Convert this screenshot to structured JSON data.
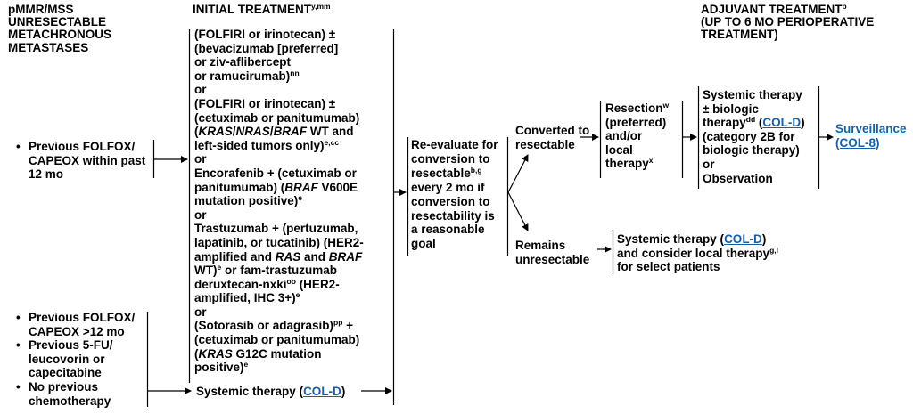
{
  "headers": {
    "col1": [
      "pMMR/MSS",
      "UNRESECTABLE",
      "METACHRONOUS",
      "METASTASES"
    ],
    "initial": {
      "text": "INITIAL TREATMENT",
      "sup": "y,mm"
    },
    "adjuvant_line1": {
      "text": "ADJUVANT TREATMENT",
      "sup": "b"
    },
    "adjuvant_line2": "(UP TO 6 MO PERIOPERATIVE",
    "adjuvant_line3": "TREATMENT)"
  },
  "prior_therapy_1": [
    "Previous FOLFOX/",
    "CAPEOX within past",
    "12 mo"
  ],
  "prior_therapy_2": {
    "b1": [
      "Previous FOLFOX/",
      "CAPEOX >12 mo"
    ],
    "b2": [
      "Previous 5-FU/",
      "leucovorin or",
      "capecitabine"
    ],
    "b3": [
      "No previous",
      "chemotherapy"
    ]
  },
  "initial_treatment": {
    "l01": "(FOLFIRI or irinotecan) ±",
    "l02": "(bevacizumab [preferred]",
    "l03": "or ziv-aflibercept",
    "l04a": "or ramucirumab)",
    "l04s": "nn",
    "l05": "or",
    "l06": "(FOLFIRI or irinotecan) ±",
    "l07": "(cetuximab or panitumumab)",
    "l08a": "(",
    "l08i1": "KRAS",
    "l08b": "/",
    "l08i2": "NRAS",
    "l08c": "/",
    "l08i3": "BRAF",
    "l08d": " WT and",
    "l09a": "left-sided tumors only)",
    "l09s": "e,cc",
    "l10": "or",
    "l11": "Encorafenib + (cetuximab or",
    "l12a": "panitumumab) (",
    "l12i": "BRAF",
    "l12b": " V600E",
    "l13a": "mutation positive)",
    "l13s": "e",
    "l14": "or",
    "l15": "Trastuzumab + (pertuzumab,",
    "l16": "lapatinib, or tucatinib) (HER2-",
    "l17a": "amplified and ",
    "l17i1": "RAS",
    "l17b": " and ",
    "l17i2": "BRAF",
    "l18a": "WT)",
    "l18s": "e",
    "l18b": " or fam-trastuzumab",
    "l19a": "deruxtecan-nxki",
    "l19s": "oo",
    "l19b": " (HER2-",
    "l20a": "amplified, IHC 3+)",
    "l20s": "e",
    "l21": "or",
    "l22a": "(Sotorasib or adagrasib)",
    "l22s": "pp",
    "l22b": " +",
    "l23": "(cetuximab or panitumumab)",
    "l24a": "(",
    "l24i": "KRAS",
    "l24b": " G12C mutation",
    "l25a": "positive)",
    "l25s": "e"
  },
  "systemic_lower": {
    "text": "Systemic therapy (",
    "link": "COL-D",
    "end": ")"
  },
  "reevaluate": {
    "l1": "Re-evaluate for",
    "l2": "conversion to",
    "l3a": "resectable",
    "l3s": "b,g",
    "l4": "every 2 mo if",
    "l5": "conversion to",
    "l6": "resectability is",
    "l7": "a reasonable",
    "l8": "goal"
  },
  "converted": [
    "Converted to",
    "resectable"
  ],
  "remains": [
    "Remains",
    "unresectable"
  ],
  "resection": {
    "l1a": "Resection",
    "l1s": "w",
    "l2": "(preferred)",
    "l3": "and/or",
    "l4": "local",
    "l5a": "therapy",
    "l5s": "x"
  },
  "adjuvant_box": {
    "l1": "Systemic therapy",
    "l2": "± biologic",
    "l3a": "therapy",
    "l3s": "dd",
    "l3b": " (",
    "l3link": "COL-D",
    "l3c": ")",
    "l4": "(category 2B for",
    "l5": "biologic therapy)",
    "l6": "or",
    "l7": "Observation"
  },
  "surveillance": {
    "l1": "Surveillance",
    "l2": "(COL-8)"
  },
  "unresectable_therapy": {
    "l1a": "Systemic therapy (",
    "l1link": "COL-D",
    "l1b": ")",
    "l2a": "and consider local therapy",
    "l2s": "g,l",
    "l3": "for select patients"
  },
  "colors": {
    "link": "#1a5fa6",
    "text": "#000000",
    "line": "#000000"
  }
}
